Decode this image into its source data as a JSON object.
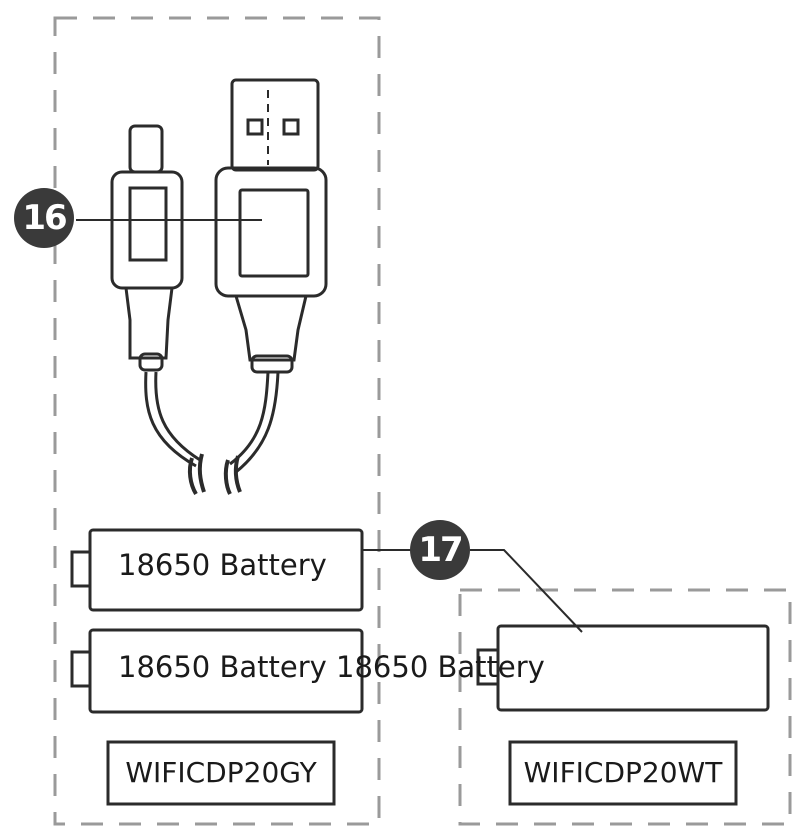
{
  "callouts": {
    "cable": "16",
    "batteries": "17"
  },
  "batteries": {
    "top_label": "18650 Battery",
    "bottom_label": "18650 Battery 18650 Battery"
  },
  "models": {
    "gray": "WIFICDP20GY",
    "white": "WIFICDP20WT"
  },
  "colors": {
    "line": "#2b2b2b",
    "dashed_border": "#9a9a9a",
    "badge": "#3a3a3a",
    "background": "#ffffff"
  }
}
